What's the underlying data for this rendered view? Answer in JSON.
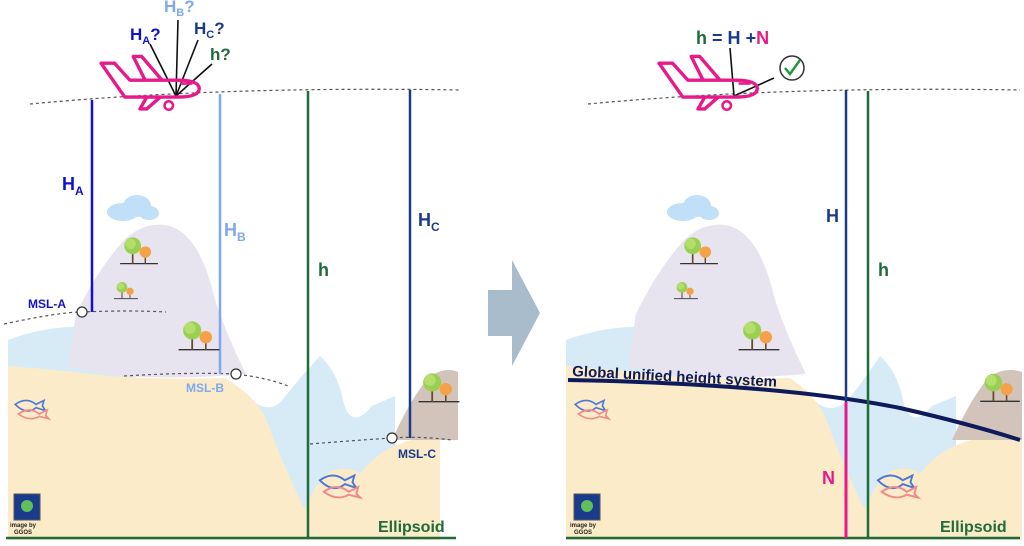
{
  "left_panel": {
    "question_labels": {
      "ha": "H",
      "ha_sub": "A",
      "hb": "H",
      "hb_sub": "B",
      "hc": "H",
      "hc_sub": "C",
      "h": "h",
      "q": "?"
    },
    "height_labels": {
      "ha": "H",
      "ha_sub": "A",
      "hb": "H",
      "hb_sub": "B",
      "hc": "H",
      "hc_sub": "C",
      "h": "h"
    },
    "msl_labels": {
      "a": "MSL-A",
      "b": "MSL-B",
      "c": "MSL-C"
    },
    "ellipsoid_label": "Ellipsoid",
    "logo_text": {
      "line1": "image by",
      "line2": "GGOS"
    }
  },
  "right_panel": {
    "equation": {
      "h": "h",
      "eq": "=",
      "H": "H",
      "plus": "+",
      "N": "N"
    },
    "height_labels": {
      "H": "H",
      "h": "h",
      "N": "N"
    },
    "system_label": "Global unified height system",
    "ellipsoid_label": "Ellipsoid",
    "logo_text": {
      "line1": "image by",
      "line2": "GGOS"
    }
  },
  "colors": {
    "plane": "#e8198b",
    "ha": "#1111cc",
    "hb": "#7fa8ee",
    "hc": "#1a3a8c",
    "h_ellipsoidal": "#1f6b3a",
    "N": "#e8198b",
    "unified": "#0d1a5c",
    "arrow": "#a9bccc"
  }
}
